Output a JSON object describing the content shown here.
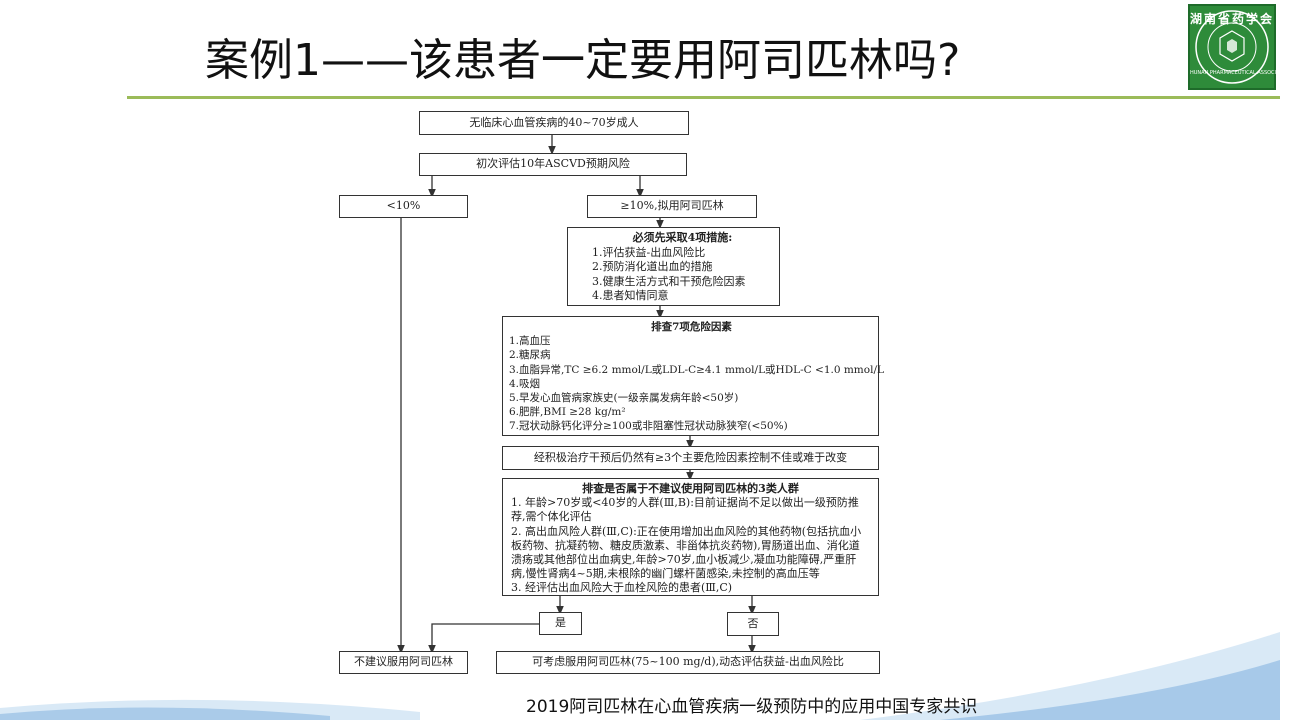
{
  "title": "案例1——该患者一定要用阿司匹林吗?",
  "logo": {
    "text": "湖南省药学会",
    "sub": "HUNAN PHARMACEUTICAL ASSOCIATION"
  },
  "flowchart": {
    "start": "无临床心血管疾病的40~70岁成人",
    "assess": "初次评估10年ASCVD预期风险",
    "low": "<10%",
    "high": "≥10%,拟用阿司匹林",
    "measures": {
      "heading": "必须先采取4项措施:",
      "items": [
        "1.评估获益-出血风险比",
        "2.预防消化道出血的措施",
        "3.健康生活方式和干预危险因素",
        "4.患者知情同意"
      ]
    },
    "risk_factors": {
      "heading": "排查7项危险因素",
      "items": [
        "1.高血压",
        "2.糖尿病",
        "3.血脂异常,TC ≥6.2 mmol/L或LDL-C≥4.1 mmol/L或HDL-C <1.0 mmol/L",
        "4.吸烟",
        "5.早发心血管病家族史(一级亲属发病年龄<50岁)",
        "6.肥胖,BMI ≥28 kg/m²",
        "7.冠状动脉钙化评分≥100或非阻塞性冠状动脉狭窄(<50%)"
      ]
    },
    "persist": "经积极治疗干预后仍然有≥3个主要危险因素控制不佳或难于改变",
    "exclusion": {
      "heading": "排查是否属于不建议使用阿司匹林的3类人群",
      "items": [
        "1. 年龄>70岁或<40岁的人群(Ⅲ,B):目前证据尚不足以做出一级预防推荐,需个体化评估",
        "2. 高出血风险人群(Ⅲ,C):正在使用增加出血风险的其他药物(包括抗血小板药物、抗凝药物、糖皮质激素、非甾体抗炎药物),胃肠道出血、消化道溃疡或其他部位出血病史,年龄>70岁,血小板减少,凝血功能障碍,严重肝病,慢性肾病4~5期,未根除的幽门螺杆菌感染,未控制的高血压等",
        "3. 经评估出血风险大于血栓风险的患者(Ⅲ,C)"
      ]
    },
    "yes": "是",
    "no": "否",
    "not_recommended": "不建议服用阿司匹林",
    "consider": "可考虑服用阿司匹林(75~100 mg/d),动态评估获益-出血风险比"
  },
  "citation": "2019阿司匹林在心血管疾病一级预防中的应用中国专家共识",
  "colors": {
    "accent": "#9bbb59",
    "logo_green": "#2e8b3a",
    "wave_blue": "#9dc3e6"
  }
}
